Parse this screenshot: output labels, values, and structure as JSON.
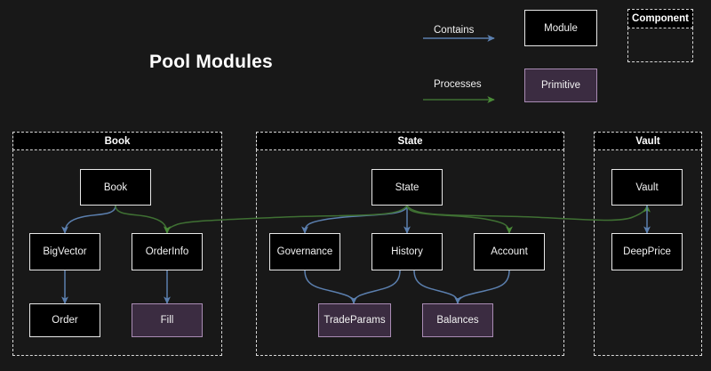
{
  "title": "Pool Modules",
  "colors": {
    "background": "#181818",
    "module_fill": "#000000",
    "module_stroke": "#e8e8e8",
    "primitive_fill": "#3b2c41",
    "primitive_stroke": "#a98cb4",
    "group_stroke": "#d8d8d8",
    "contains_edge": "#5b7fae",
    "processes_edge": "#3f7033",
    "text": "#f2f2f2"
  },
  "legend": {
    "edges": [
      {
        "label": "Contains",
        "color": "#5b7fae"
      },
      {
        "label": "Processes",
        "color": "#3f7033"
      }
    ],
    "shapes": [
      {
        "label": "Module",
        "kind": "module"
      },
      {
        "label": "Primitive",
        "kind": "primitive"
      },
      {
        "label": "Component",
        "kind": "component"
      }
    ]
  },
  "groups": [
    {
      "id": "book",
      "label": "Book"
    },
    {
      "id": "state",
      "label": "State"
    },
    {
      "id": "vault",
      "label": "Vault"
    }
  ],
  "nodes": [
    {
      "id": "book",
      "label": "Book",
      "kind": "module",
      "group": "book"
    },
    {
      "id": "bigvector",
      "label": "BigVector",
      "kind": "module",
      "group": "book"
    },
    {
      "id": "orderinfo",
      "label": "OrderInfo",
      "kind": "module",
      "group": "book"
    },
    {
      "id": "order",
      "label": "Order",
      "kind": "module",
      "group": "book"
    },
    {
      "id": "fill",
      "label": "Fill",
      "kind": "primitive",
      "group": "book"
    },
    {
      "id": "state",
      "label": "State",
      "kind": "module",
      "group": "state"
    },
    {
      "id": "governance",
      "label": "Governance",
      "kind": "module",
      "group": "state"
    },
    {
      "id": "history",
      "label": "History",
      "kind": "module",
      "group": "state"
    },
    {
      "id": "account",
      "label": "Account",
      "kind": "module",
      "group": "state"
    },
    {
      "id": "tradeparams",
      "label": "TradeParams",
      "kind": "primitive",
      "group": "state"
    },
    {
      "id": "balances",
      "label": "Balances",
      "kind": "primitive",
      "group": "state"
    },
    {
      "id": "vault",
      "label": "Vault",
      "kind": "module",
      "group": "vault"
    },
    {
      "id": "deepprice",
      "label": "DeepPrice",
      "kind": "module",
      "group": "vault"
    }
  ],
  "edges": [
    {
      "from": "book",
      "to": "bigvector",
      "type": "contains"
    },
    {
      "from": "book",
      "to": "orderinfo",
      "type": "processes"
    },
    {
      "from": "bigvector",
      "to": "order",
      "type": "contains"
    },
    {
      "from": "orderinfo",
      "to": "fill",
      "type": "contains"
    },
    {
      "from": "state",
      "to": "governance",
      "type": "contains"
    },
    {
      "from": "state",
      "to": "history",
      "type": "contains"
    },
    {
      "from": "state",
      "to": "account",
      "type": "processes"
    },
    {
      "from": "state",
      "to": "orderinfo",
      "type": "processes"
    },
    {
      "from": "state",
      "to": "vault",
      "type": "processes"
    },
    {
      "from": "governance",
      "to": "tradeparams",
      "type": "contains"
    },
    {
      "from": "history",
      "to": "tradeparams",
      "type": "contains"
    },
    {
      "from": "history",
      "to": "balances",
      "type": "contains"
    },
    {
      "from": "account",
      "to": "balances",
      "type": "contains"
    },
    {
      "from": "vault",
      "to": "deepprice",
      "type": "contains"
    }
  ]
}
